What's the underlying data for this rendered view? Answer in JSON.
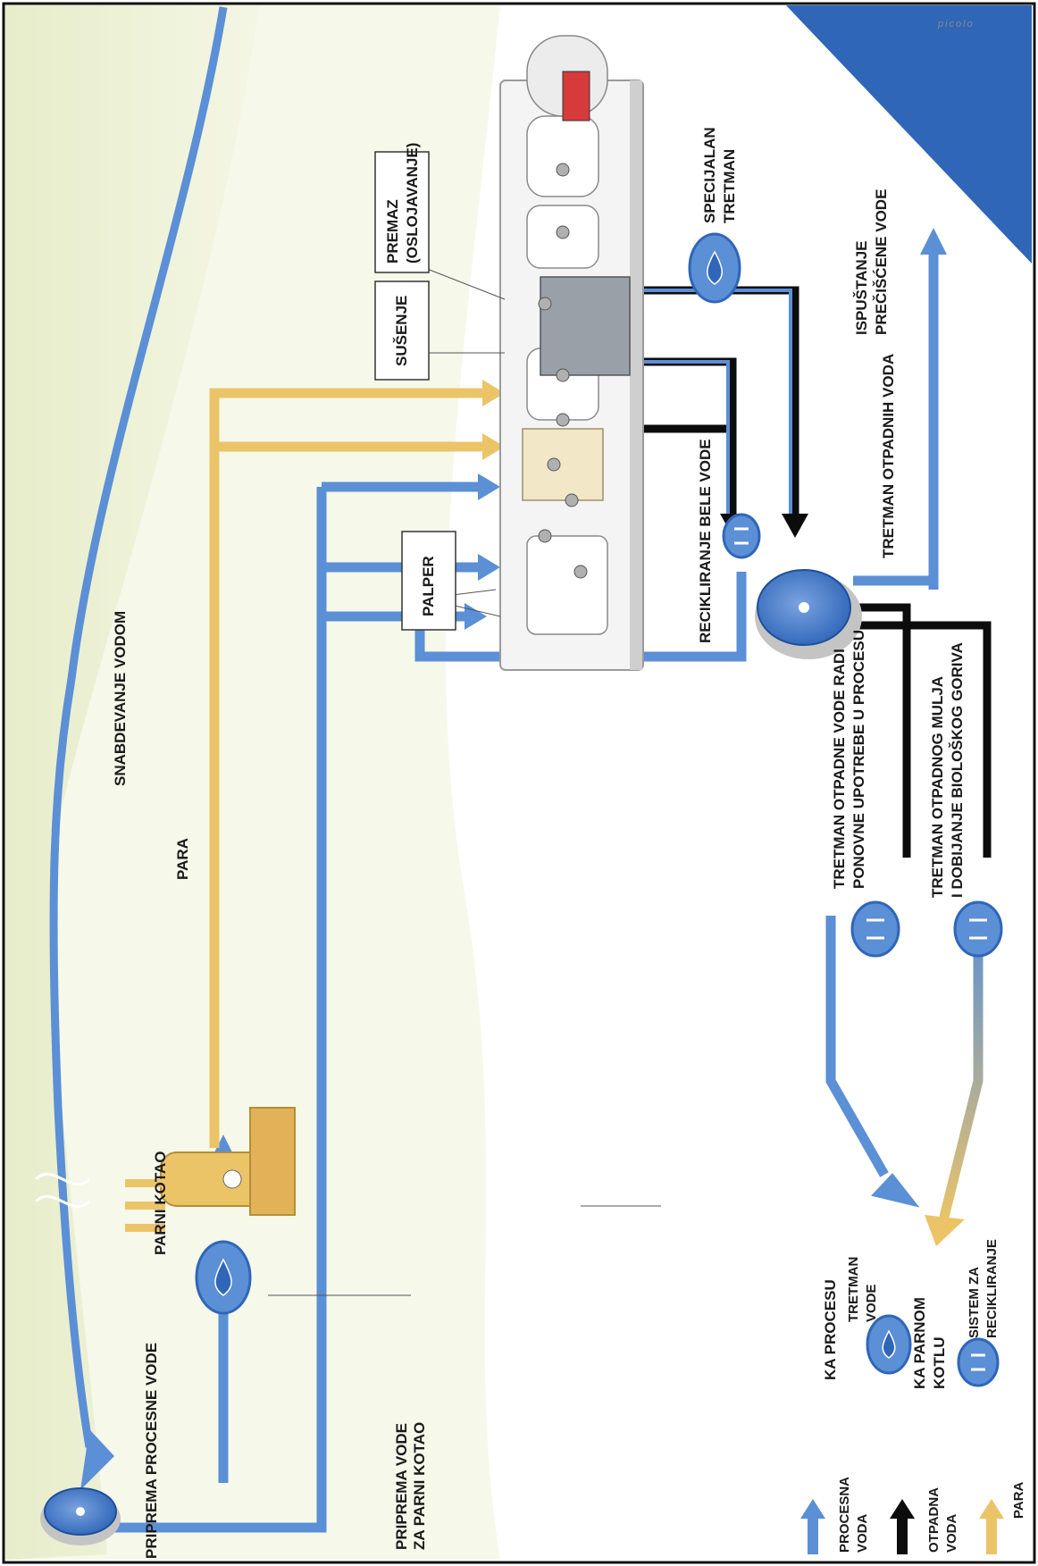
{
  "labels": {
    "water_supply": "SNABDEVANJE VODOM",
    "para": "PARA",
    "steam_boiler": "PARNI KOTAO",
    "process_water_prep": "PRIPREMA PROCESNE VODE",
    "boiler_water_prep_line1": "PRIPREMA VODE",
    "boiler_water_prep_line2": "ZA PARNI KOTAO",
    "palper": "PALPER",
    "drying": "SUŠENJE",
    "coating_line1": "PREMAZ",
    "coating_line2": "(OSLOJAVANJE)",
    "special_treatment_line1": "SPECIJALAN",
    "special_treatment_line2": "TRETMAN",
    "white_water_recycling": "RECIKLIRANJE BELE VODE",
    "wastewater_treatment": "TRETMAN OTPADNIH VODA",
    "discharge_line1": "ISPUŠTANJE",
    "discharge_line2": "PREČIŠĆENE VODE",
    "reuse_treatment_line1": "TRETMAN OTPADNE VODE RADI",
    "reuse_treatment_line2": "PONOVNE UPOTREBE U PROCESU",
    "sludge_treatment_line1": "TRETMAN OTPADNOG MULJA",
    "sludge_treatment_line2": "I DOBIJANJE BIOLOŠKOG GORIVA",
    "to_process": "KA PROCESU",
    "to_boiler_line1": "KA PARNOM",
    "to_boiler_line2": "KOTLU",
    "watermark": "picolo"
  },
  "legend": {
    "process_water_line1": "PROCESNA",
    "process_water_line2": "VODA",
    "waste_water_line1": "OTPADNA",
    "waste_water_line2": "VODA",
    "steam": "PARA",
    "water_treatment_line1": "TRETMAN",
    "water_treatment_line2": "VODE",
    "recycling_line1": "SISTEM ZA",
    "recycling_line2": "RECIKLIRANJE"
  },
  "colors": {
    "process_water": "#5b8fd6",
    "waste_water": "#0c0c0c",
    "steam": "#ecc468",
    "background_tint": "#e6ecc4",
    "treatment_blue": "#2f66b8"
  }
}
